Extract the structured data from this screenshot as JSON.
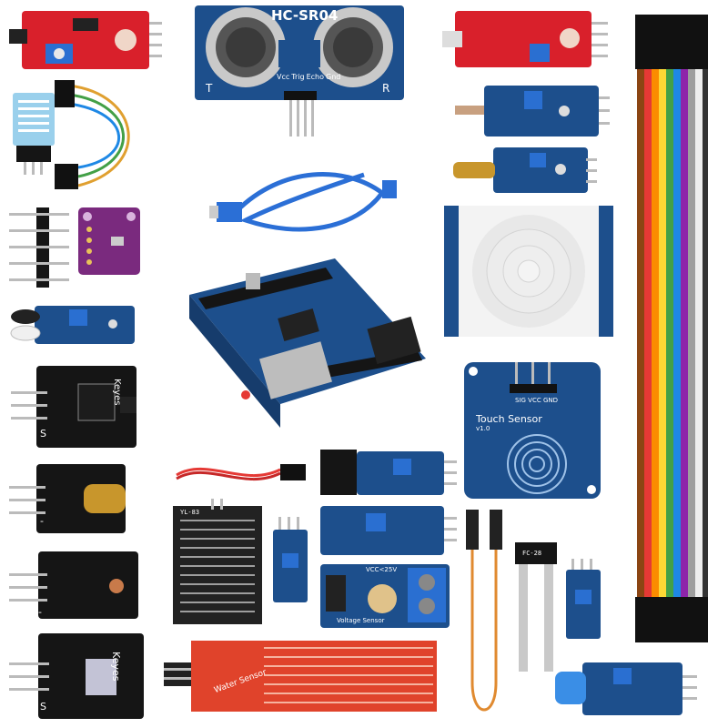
{
  "kit": {
    "ultrasonic_title": "HC-SR04",
    "ultrasonic_pins": [
      "Vcc",
      "Trig",
      "Echo",
      "Gnd"
    ],
    "ultrasonic_left": "T",
    "ultrasonic_right": "R",
    "touch_title": "Touch Sensor",
    "touch_version": "v1.0",
    "touch_pins": "SIG VCC GND",
    "keyes_top": "Keyes",
    "keyes_bottom": "Keyes",
    "label_s": "S",
    "label_minus": "-",
    "rain_label": "YL-83",
    "voltage_label": "Voltage Sensor",
    "voltage_vcc": "VCC<25V",
    "water_label": "Water Sensor",
    "soil_label": "FC-28"
  },
  "colors": {
    "pcb_blue": "#1d4f8c",
    "pcb_red": "#d9202b",
    "pcb_black": "#151515",
    "pcb_purple": "#7a2a7e",
    "water_red": "#e0432b"
  }
}
